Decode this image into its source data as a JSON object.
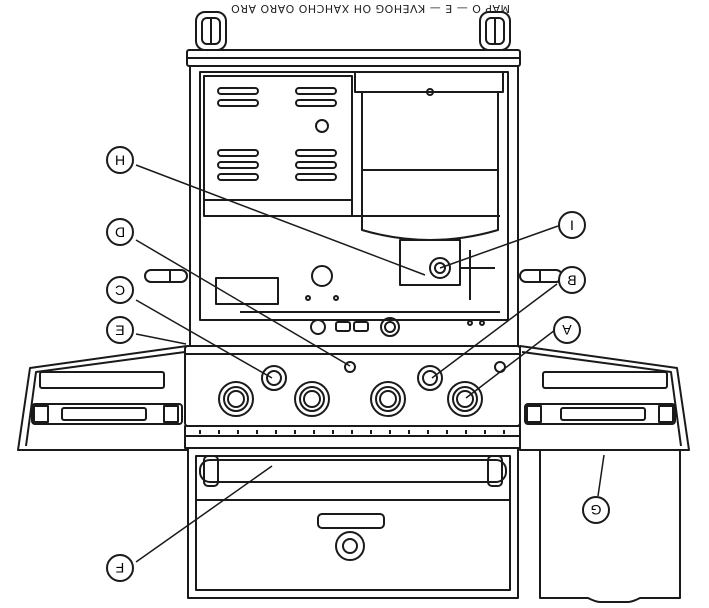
{
  "header": {
    "mirrored_caption": "MAP O — E — KVÈHOG ÔH XÁHCHO ÔÀRÔ ÀRO — V"
  },
  "callouts": [
    {
      "id": "A",
      "letter": "A"
    },
    {
      "id": "B",
      "letter": "B"
    },
    {
      "id": "C",
      "letter": "C"
    },
    {
      "id": "D",
      "letter": "D"
    },
    {
      "id": "E",
      "letter": "E"
    },
    {
      "id": "F",
      "letter": "F"
    },
    {
      "id": "G",
      "letter": "G"
    },
    {
      "id": "H",
      "letter": "H"
    },
    {
      "id": "I",
      "letter": "I"
    }
  ],
  "colors": {
    "line": "#1a1a1a",
    "fill": "#ffffff",
    "shade": "#e6e6e6"
  }
}
